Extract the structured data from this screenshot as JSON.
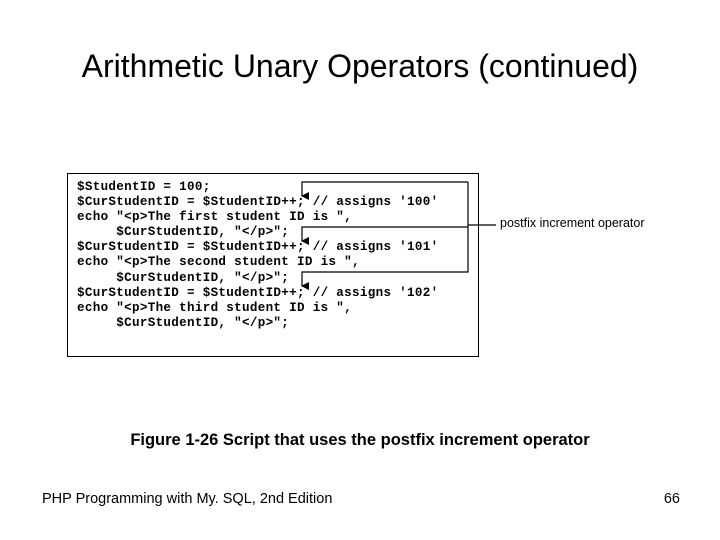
{
  "slide": {
    "title": "Arithmetic Unary Operators (continued)"
  },
  "figure": {
    "code_lines": [
      "$StudentID = 100;",
      "$CurStudentID = $StudentID++; // assigns '100'",
      "echo \"<p>The first student ID is \",",
      "     $CurStudentID, \"</p>\";",
      "$CurStudentID = $StudentID++; // assigns '101'",
      "echo \"<p>The second student ID is \",",
      "     $CurStudentID, \"</p>\";",
      "$CurStudentID = $StudentID++; // assigns '102'",
      "echo \"<p>The third student ID is \",",
      "     $CurStudentID, \"</p>\";"
    ],
    "callout_label": "postfix increment operator",
    "caption": "Figure 1-26 Script that uses the postfix increment operator"
  },
  "footer": {
    "source": "PHP Programming with My. SQL, 2nd Edition",
    "page_number": "66"
  }
}
